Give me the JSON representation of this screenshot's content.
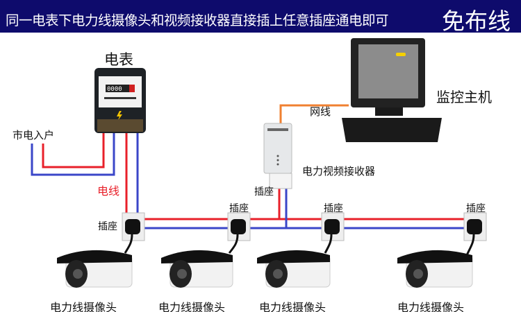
{
  "header": {
    "title": "同一电表下电力线摄像头和视频接收器直接插上任意插座通电即可",
    "badge": "免布线"
  },
  "labels": {
    "meter": "电表",
    "mains": "市电入户",
    "wire": "电线",
    "network_cable": "网线",
    "host": "监控主机",
    "receiver": "电力视频接收器",
    "socket": "插座",
    "camera": "电力线摄像头",
    "meter_digits": "0000"
  },
  "colors": {
    "header_bg": "#0e0b6c",
    "live": "#e8202a",
    "neutral": "#3a46c8",
    "network": "#f08030"
  }
}
